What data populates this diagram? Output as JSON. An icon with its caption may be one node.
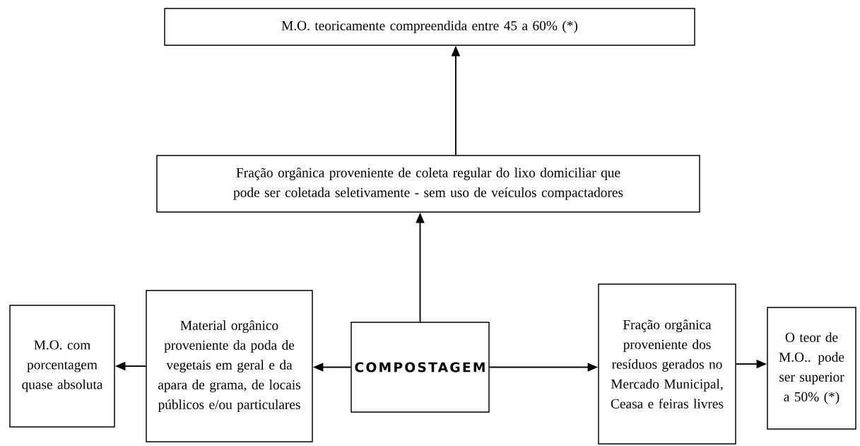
{
  "diagram": {
    "nodes": [
      {
        "text": [
          "M.O. teoricamente compreendida entre 45 a 60% (*)"
        ]
      },
      {
        "text": [
          "Fração orgânica proveniente de coleta regular do lixo domiciliar que pode ser coletada seletivamente - sem uso de veículos compactadores"
        ]
      },
      {
        "text": [
          "M.O. com porcentagem quase absoluta"
        ]
      },
      {
        "text": [
          "Material orgânico proveniente da poda de vegetais em geral e da apara de grama, de locais públicos e/ou particulares"
        ]
      },
      {
        "text": [
          "COMPOSTAGEM"
        ]
      },
      {
        "text": [
          "Fração orgânica proveniente dos resíduos gerados no Mercado Municipal, Ceasa e feiras livres"
        ]
      },
      {
        "text": [
          "O teor de M.O.. pode ser superior a 50% (*)"
        ]
      }
    ],
    "edges": [
      {
        "from": 4,
        "to": 1,
        "arrow": "to"
      },
      {
        "from": 1,
        "to": 0,
        "arrow": "to"
      },
      {
        "from": 4,
        "to": 3,
        "arrow": "to"
      },
      {
        "from": 3,
        "to": 2,
        "arrow": "to"
      },
      {
        "from": 4,
        "to": 5,
        "arrow": "to"
      },
      {
        "from": 5,
        "to": 6,
        "arrow": "to"
      }
    ]
  }
}
